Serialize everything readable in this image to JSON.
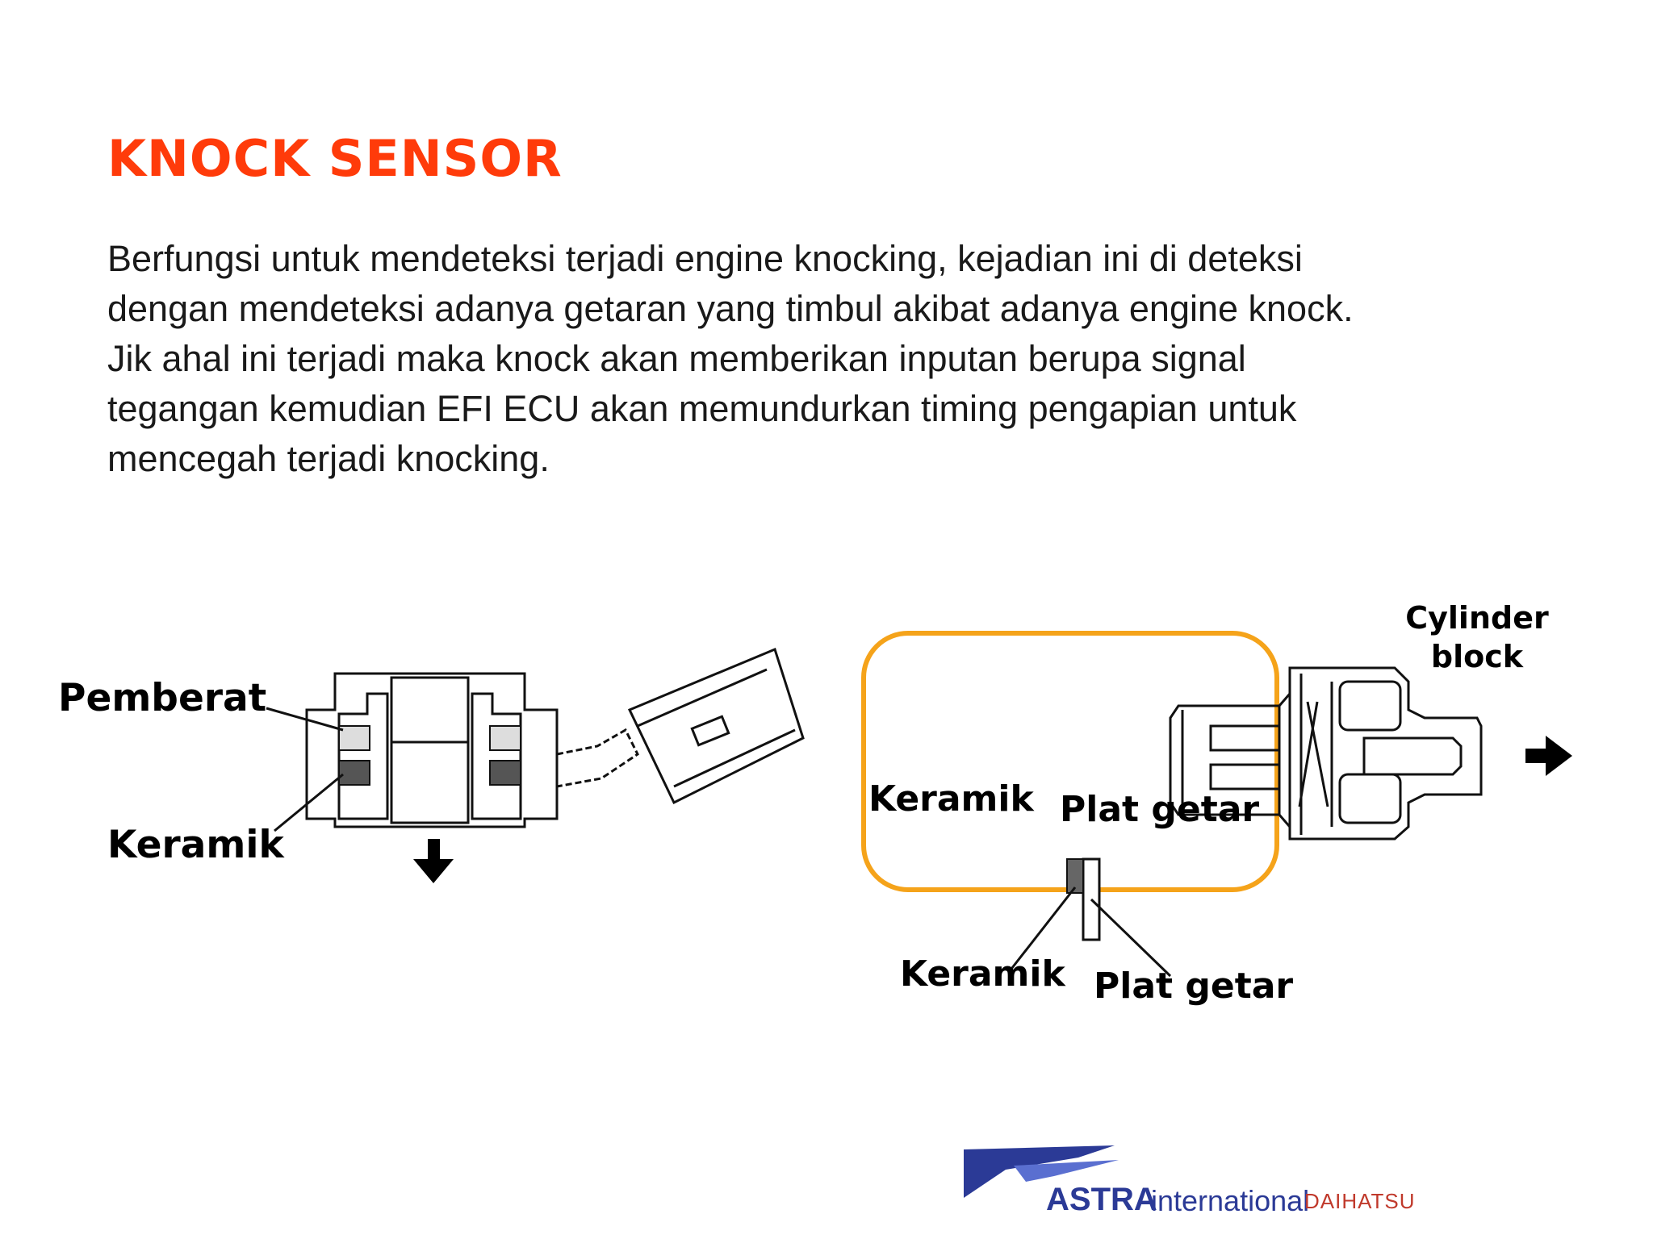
{
  "slide": {
    "title": "KNOCK SENSOR",
    "body_lines": [
      "Berfungsi untuk mendeteksi terjadi engine knocking, kejadian ini di deteksi",
      "dengan mendeteksi adanya getaran yang timbul akibat adanya engine knock.",
      "Jik ahal ini terjadi maka knock akan memberikan inputan berupa signal",
      "tegangan kemudian EFI ECU akan memundurkan timing pengapian untuk",
      "mencegah terjadi knocking."
    ]
  },
  "diagram_left": {
    "label_weight": "Pemberat",
    "label_ceramic": "Keramik"
  },
  "diagram_right": {
    "label_cylinder_line1": "Cylinder",
    "label_cylinder_line2": "block",
    "label_ceramic": "Keramik",
    "label_plate": "Plat getar",
    "label_ceramic_detail": "Keramik",
    "label_plate_detail": "Plat getar",
    "highlight_color": "#f5a31a"
  },
  "logo": {
    "brand": "ASTRA",
    "sub": "international",
    "partner": "DAIHATSU"
  },
  "colors": {
    "title": "#ff3b0a",
    "body_text": "#1a1a1a",
    "highlight": "#f5a31a",
    "logo_blue": "#2b3a96"
  }
}
